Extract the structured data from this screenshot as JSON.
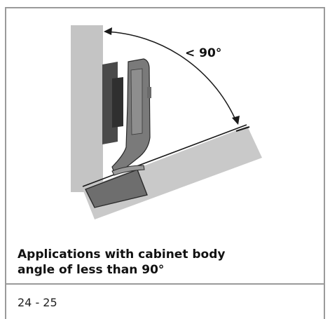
{
  "figure": {
    "angle_label": "< 90°",
    "caption": "Applications with cabinet body angle of less than 90°",
    "page_range": "24 - 25"
  }
}
